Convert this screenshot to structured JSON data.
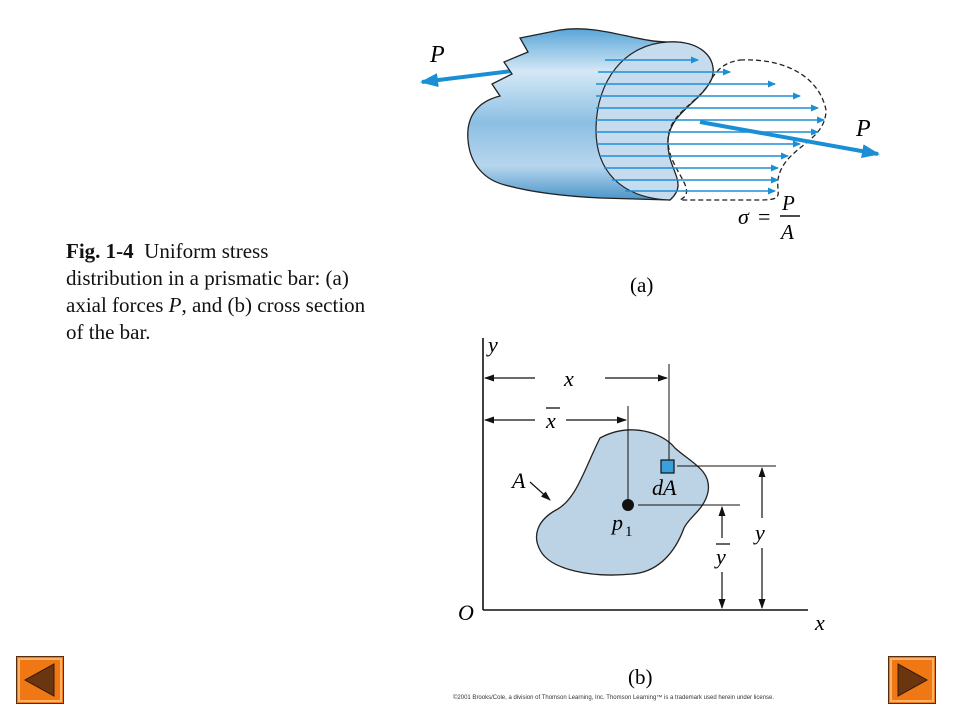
{
  "caption": {
    "fig_number": "Fig. 1-4",
    "text_1": "Uniform stress distribution in a prismatic bar: (a) axial forces ",
    "var_p": "P",
    "text_2": ", and (b) cross section of the bar."
  },
  "figure_a": {
    "force_left": "P",
    "force_right": "P",
    "sigma": "σ",
    "equals": "=",
    "numerator": "P",
    "denominator": "A",
    "label": "(a)"
  },
  "figure_b": {
    "axis_y_top": "y",
    "dim_x": "x",
    "dim_xbar": "x",
    "area_label": "A",
    "element_label": "dA",
    "point_label": "p",
    "point_subscript": "1",
    "dim_ybar": "y",
    "dim_y": "y",
    "origin": "O",
    "axis_x": "x",
    "label": "(b)"
  },
  "copyright": "©2001 Brooks/Cole, a division of Thomson Learning, Inc.  Thomson Learning™ is a trademark used herein under license.",
  "colors": {
    "arrow_blue": "#1a8fd6",
    "fill_light": "#bcd3e6",
    "nav_orange": "#f07814",
    "nav_dark": "#5a2c0a"
  },
  "icons": {
    "prev": "triangle-left-icon",
    "next": "triangle-right-icon"
  }
}
